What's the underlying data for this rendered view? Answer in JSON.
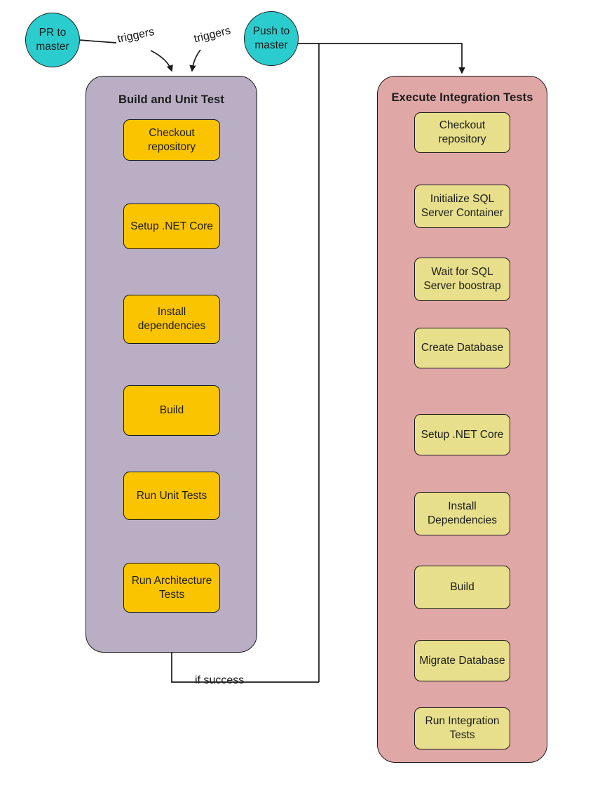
{
  "diagram": {
    "title": "CI/CD pipeline flowchart",
    "colors": {
      "trigger_circle": "#2bcccd",
      "left_group_bg": "#b9aec4",
      "right_group_bg": "#dfa7a6",
      "left_node_bg": "#fac400",
      "right_node_bg": "#e7df8b",
      "stroke": "#1a1a1a",
      "canvas_bg": "#ffffff"
    }
  },
  "triggers": [
    {
      "id": "pr-to-master",
      "label": "PR to\nmaster",
      "line1": "PR to",
      "line2": "master",
      "edge_label": "triggers"
    },
    {
      "id": "push-to-master",
      "label": "Push to\nmaster",
      "line1": "Push to",
      "line2": "master",
      "edge_label": "triggers"
    }
  ],
  "edge_labels": {
    "trigger_left": "triggers",
    "trigger_right": "triggers",
    "if_success": "if success"
  },
  "groups": [
    {
      "id": "build-and-unit-test",
      "title": "Build and Unit Test",
      "nodes": [
        {
          "id": "checkout-repository",
          "label": "Checkout repository",
          "line1": "Checkout",
          "line2": "repository"
        },
        {
          "id": "setup-dotnet-core",
          "label": "Setup .NET Core",
          "line1": "Setup .NET Core",
          "line2": ""
        },
        {
          "id": "install-dependencies",
          "label": "Install dependencies",
          "line1": "Install",
          "line2": "dependencies"
        },
        {
          "id": "build",
          "label": "Build",
          "line1": "Build",
          "line2": ""
        },
        {
          "id": "run-unit-tests",
          "label": "Run Unit Tests",
          "line1": "Run Unit Tests",
          "line2": ""
        },
        {
          "id": "run-architecture-tests",
          "label": "Run Architecture Tests",
          "line1": "Run Architecture",
          "line2": "Tests"
        }
      ]
    },
    {
      "id": "execute-integration-tests",
      "title": "Execute Integration Tests",
      "nodes": [
        {
          "id": "checkout-repository",
          "label": "Checkout repository",
          "line1": "Checkout",
          "line2": "repository"
        },
        {
          "id": "initialize-sql-server-container",
          "label": "Initialize SQL Server Container",
          "line1": "Initialize SQL",
          "line2": "Server Container"
        },
        {
          "id": "wait-for-sql-server-boostrap",
          "label": "Wait for SQL Server boostrap",
          "line1": "Wait for SQL",
          "line2": "Server boostrap"
        },
        {
          "id": "create-database",
          "label": "Create Database",
          "line1": "Create Database",
          "line2": ""
        },
        {
          "id": "setup-dotnet-core",
          "label": "Setup .NET Core",
          "line1": "Setup .NET Core",
          "line2": ""
        },
        {
          "id": "install-dependencies",
          "label": "Install Dependencies",
          "line1": "Install",
          "line2": "Dependencies"
        },
        {
          "id": "build",
          "label": "Build",
          "line1": "Build",
          "line2": ""
        },
        {
          "id": "migrate-database",
          "label": "Migrate Database",
          "line1": "Migrate Database",
          "line2": ""
        },
        {
          "id": "run-integration-tests",
          "label": "Run Integration Tests",
          "line1": "Run Integration",
          "line2": "Tests"
        }
      ]
    }
  ]
}
